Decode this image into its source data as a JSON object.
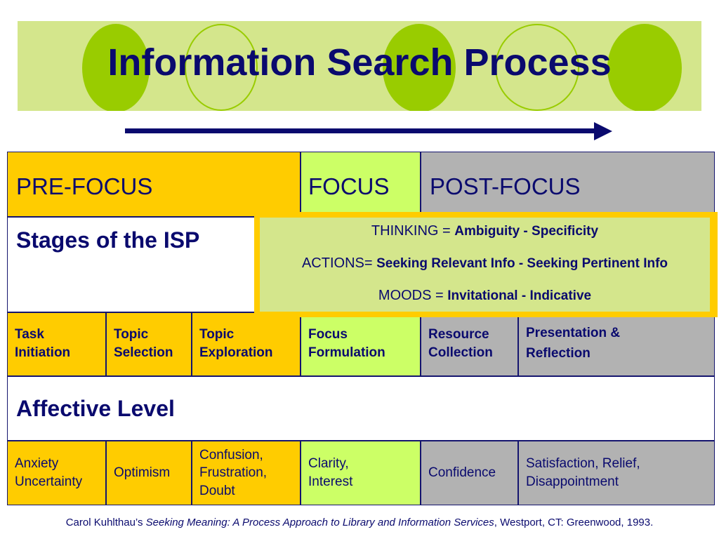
{
  "title": "Information Search Process",
  "phases": [
    {
      "label": "PRE-FOCUS"
    },
    {
      "label": "FOCUS"
    },
    {
      "label": "POST-FOCUS"
    }
  ],
  "stages_label": "Stages of the ISP",
  "overlay": {
    "thinking_key": "THINKING =",
    "thinking_value": "Ambiguity - Specificity",
    "actions_key": "ACTIONS=",
    "actions_value": "Seeking Relevant Info - Seeking Pertinent Info",
    "moods_key": "MOODS =",
    "moods_value": "Invitational - Indicative"
  },
  "stages": [
    {
      "line1": "Task",
      "line2": "Initiation"
    },
    {
      "line1": "Topic",
      "line2": "Selection"
    },
    {
      "line1": "Topic",
      "line2": "Exploration"
    },
    {
      "line1": "Focus",
      "line2": "Formulation"
    },
    {
      "line1": "Resource",
      "line2": "Collection"
    },
    {
      "line1": "Presentation &",
      "line2": "Reflection"
    }
  ],
  "affective_label": "Affective Level",
  "moods": [
    {
      "line1": "Anxiety",
      "line2": "Uncertainty",
      "line3": ""
    },
    {
      "line1": "Optimism",
      "line2": "",
      "line3": ""
    },
    {
      "line1": "Confusion,",
      "line2": "Frustration,",
      "line3": "Doubt"
    },
    {
      "line1": "Clarity,",
      "line2": "Interest",
      "line3": ""
    },
    {
      "line1": "Confidence",
      "line2": "",
      "line3": ""
    },
    {
      "line1": "Satisfaction, Relief,",
      "line2": "Disappointment",
      "line3": ""
    }
  ],
  "citation": {
    "author": "Carol Kuhlthau’s ",
    "book": "Seeking Meaning: A Process Approach to Library and Information Services",
    "rest": ", Westport, CT: Greenwood, 1993."
  },
  "colors": {
    "title_bg": "#d4e68c",
    "circle_green": "#99cc00",
    "text_navy": "#0a0a6e",
    "prefocus": "#ffcc00",
    "focus": "#ccff66",
    "postfocus": "#b2b2b2"
  }
}
